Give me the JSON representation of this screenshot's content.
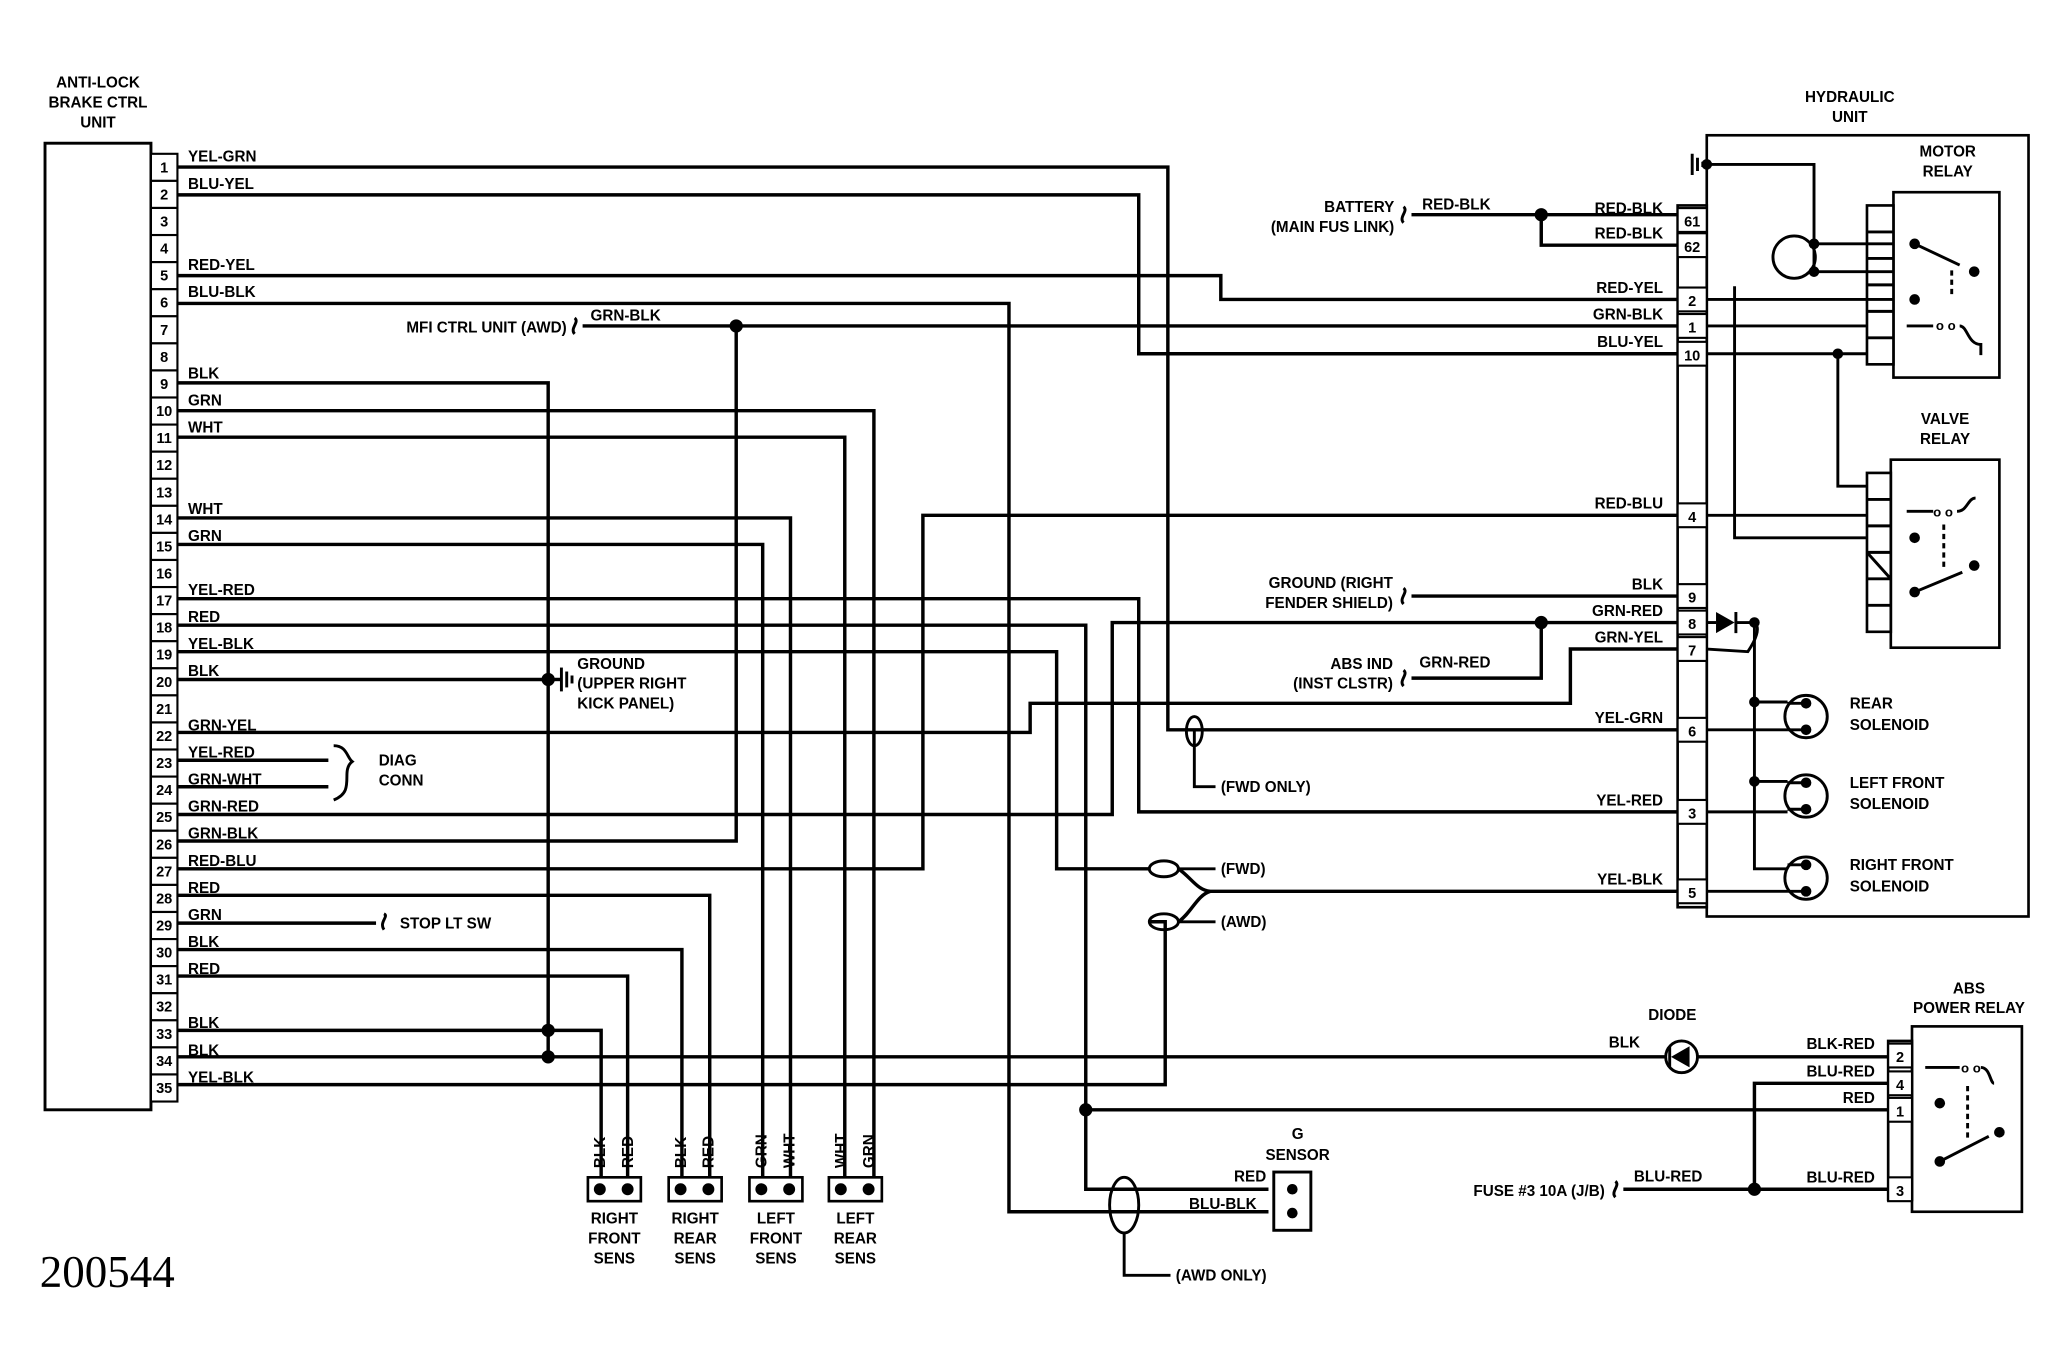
{
  "title": {
    "line1": "ANTI-LOCK",
    "line2": "BRAKE CTRL",
    "line3": "UNIT"
  },
  "figure_number": "200544",
  "ecu_pins": [
    "1",
    "2",
    "3",
    "4",
    "5",
    "6",
    "7",
    "8",
    "9",
    "10",
    "11",
    "12",
    "13",
    "14",
    "15",
    "16",
    "17",
    "18",
    "19",
    "20",
    "21",
    "22",
    "23",
    "24",
    "25",
    "26",
    "27",
    "28",
    "29",
    "30",
    "31",
    "32",
    "33",
    "34",
    "35"
  ],
  "ecu_wires": [
    {
      "pin": 1,
      "color": "YEL-GRN"
    },
    {
      "pin": 2,
      "color": "BLU-YEL"
    },
    {
      "pin": 5,
      "color": "RED-YEL"
    },
    {
      "pin": 6,
      "color": "BLU-BLK"
    },
    {
      "pin": 9,
      "color": "BLK"
    },
    {
      "pin": 10,
      "color": "GRN"
    },
    {
      "pin": 11,
      "color": "WHT"
    },
    {
      "pin": 14,
      "color": "WHT"
    },
    {
      "pin": 15,
      "color": "GRN"
    },
    {
      "pin": 17,
      "color": "YEL-RED"
    },
    {
      "pin": 18,
      "color": "RED"
    },
    {
      "pin": 19,
      "color": "YEL-BLK"
    },
    {
      "pin": 20,
      "color": "BLK"
    },
    {
      "pin": 22,
      "color": "GRN-YEL"
    },
    {
      "pin": 23,
      "color": "YEL-RED"
    },
    {
      "pin": 24,
      "color": "GRN-WHT"
    },
    {
      "pin": 25,
      "color": "GRN-RED"
    },
    {
      "pin": 26,
      "color": "GRN-BLK"
    },
    {
      "pin": 27,
      "color": "RED-BLU"
    },
    {
      "pin": 28,
      "color": "RED"
    },
    {
      "pin": 29,
      "color": "GRN"
    },
    {
      "pin": 30,
      "color": "BLK"
    },
    {
      "pin": 31,
      "color": "RED"
    },
    {
      "pin": 33,
      "color": "BLK"
    },
    {
      "pin": 34,
      "color": "BLK"
    },
    {
      "pin": 35,
      "color": "YEL-BLK"
    }
  ],
  "hydraulic_unit": {
    "title_line1": "HYDRAULIC",
    "title_line2": "UNIT",
    "motor_relay": {
      "line1": "MOTOR",
      "line2": "RELAY"
    },
    "valve_relay": {
      "line1": "VALVE",
      "line2": "RELAY"
    },
    "pins": [
      {
        "pin": "61",
        "color": "RED-BLK"
      },
      {
        "pin": "62",
        "color": "RED-BLK"
      },
      {
        "pin": "2",
        "color": "RED-YEL"
      },
      {
        "pin": "1",
        "color": "GRN-BLK"
      },
      {
        "pin": "10",
        "color": "BLU-YEL"
      },
      {
        "pin": "4",
        "color": "RED-BLU"
      },
      {
        "pin": "9",
        "color": "BLK"
      },
      {
        "pin": "8",
        "color": "GRN-RED"
      },
      {
        "pin": "7",
        "color": "GRN-YEL"
      },
      {
        "pin": "6",
        "color": "YEL-GRN"
      },
      {
        "pin": "3",
        "color": "YEL-RED"
      },
      {
        "pin": "5",
        "color": "YEL-BLK"
      }
    ],
    "solenoids": [
      {
        "line1": "REAR",
        "line2": "SOLENOID"
      },
      {
        "line1": "LEFT FRONT",
        "line2": "SOLENOID"
      },
      {
        "line1": "RIGHT FRONT",
        "line2": "SOLENOID"
      }
    ]
  },
  "battery": {
    "line1": "BATTERY",
    "line2": "(MAIN FUS LINK)",
    "wire": "RED-BLK"
  },
  "mfi": {
    "label": "MFI CTRL UNIT (AWD)",
    "wire": "GRN-BLK"
  },
  "ground_right_fender": {
    "line1": "GROUND (RIGHT",
    "line2": "FENDER SHIELD)"
  },
  "abs_ind": {
    "line1": "ABS IND",
    "line2": "(INST CLSTR)",
    "wire": "GRN-RED"
  },
  "ground_kick": {
    "line1": "GROUND",
    "line2": "(UPPER RIGHT",
    "line3": "KICK PANEL)"
  },
  "diag_conn": {
    "line1": "DIAG",
    "line2": "CONN"
  },
  "stop_lt_sw": "STOP LT SW",
  "fwd_only": "(FWD ONLY)",
  "fwd": "(FWD)",
  "awd": "(AWD)",
  "awd_only": "(AWD ONLY)",
  "sensors": [
    {
      "w1": "BLK",
      "w2": "RED",
      "line1": "RIGHT",
      "line2": "FRONT",
      "line3": "SENS"
    },
    {
      "w1": "BLK",
      "w2": "RED",
      "line1": "RIGHT",
      "line2": "REAR",
      "line3": "SENS"
    },
    {
      "w1": "GRN",
      "w2": "WHT",
      "line1": "LEFT",
      "line2": "FRONT",
      "line3": "SENS"
    },
    {
      "w1": "WHT",
      "w2": "GRN",
      "line1": "LEFT",
      "line2": "REAR",
      "line3": "SENS"
    }
  ],
  "g_sensor": {
    "line1": "G",
    "line2": "SENSOR",
    "wire1": "RED",
    "wire2": "BLU-BLK"
  },
  "diode": {
    "label": "DIODE",
    "wire": "BLK"
  },
  "abs_power_relay": {
    "line1": "ABS",
    "line2": "POWER RELAY",
    "pins": [
      {
        "pin": "2",
        "color": "BLK-RED"
      },
      {
        "pin": "4",
        "color": "BLU-RED"
      },
      {
        "pin": "1",
        "color": "RED"
      },
      {
        "pin": "3",
        "color": "BLU-RED"
      }
    ]
  },
  "fuse": {
    "label": "FUSE #3 10A (J/B)",
    "wire": "BLU-RED"
  }
}
